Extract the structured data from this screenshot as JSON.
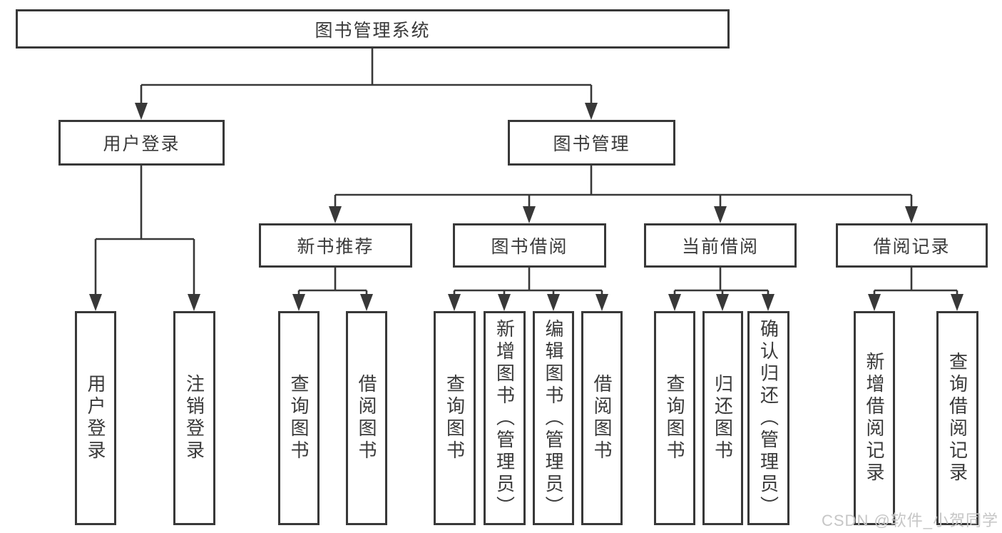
{
  "diagram": {
    "type": "hierarchy-tree",
    "root": "图书管理系统",
    "level2": [
      "用户登录",
      "图书管理"
    ],
    "level3": [
      "新书推荐",
      "图书借阅",
      "当前借阅",
      "借阅记录"
    ],
    "leaves": {
      "user_login": [
        "用户登录",
        "注销登录"
      ],
      "new_book": [
        "查询图书",
        "借阅图书"
      ],
      "book_borrow": [
        "查询图书",
        "新增图书（管理员）",
        "编辑图书（管理员）",
        "借阅图书"
      ],
      "current_borrow": [
        "查询图书",
        "归还图书",
        "确认归还（管理员）"
      ],
      "borrow_records": [
        "新增借阅记录",
        "查询借阅记录"
      ]
    },
    "colors": {
      "line": "#383838",
      "text": "#3a3a3a",
      "watermark": "#c6c6c6",
      "background": "#ffffff"
    },
    "watermark": "CSDN @软件_小贺同学"
  }
}
